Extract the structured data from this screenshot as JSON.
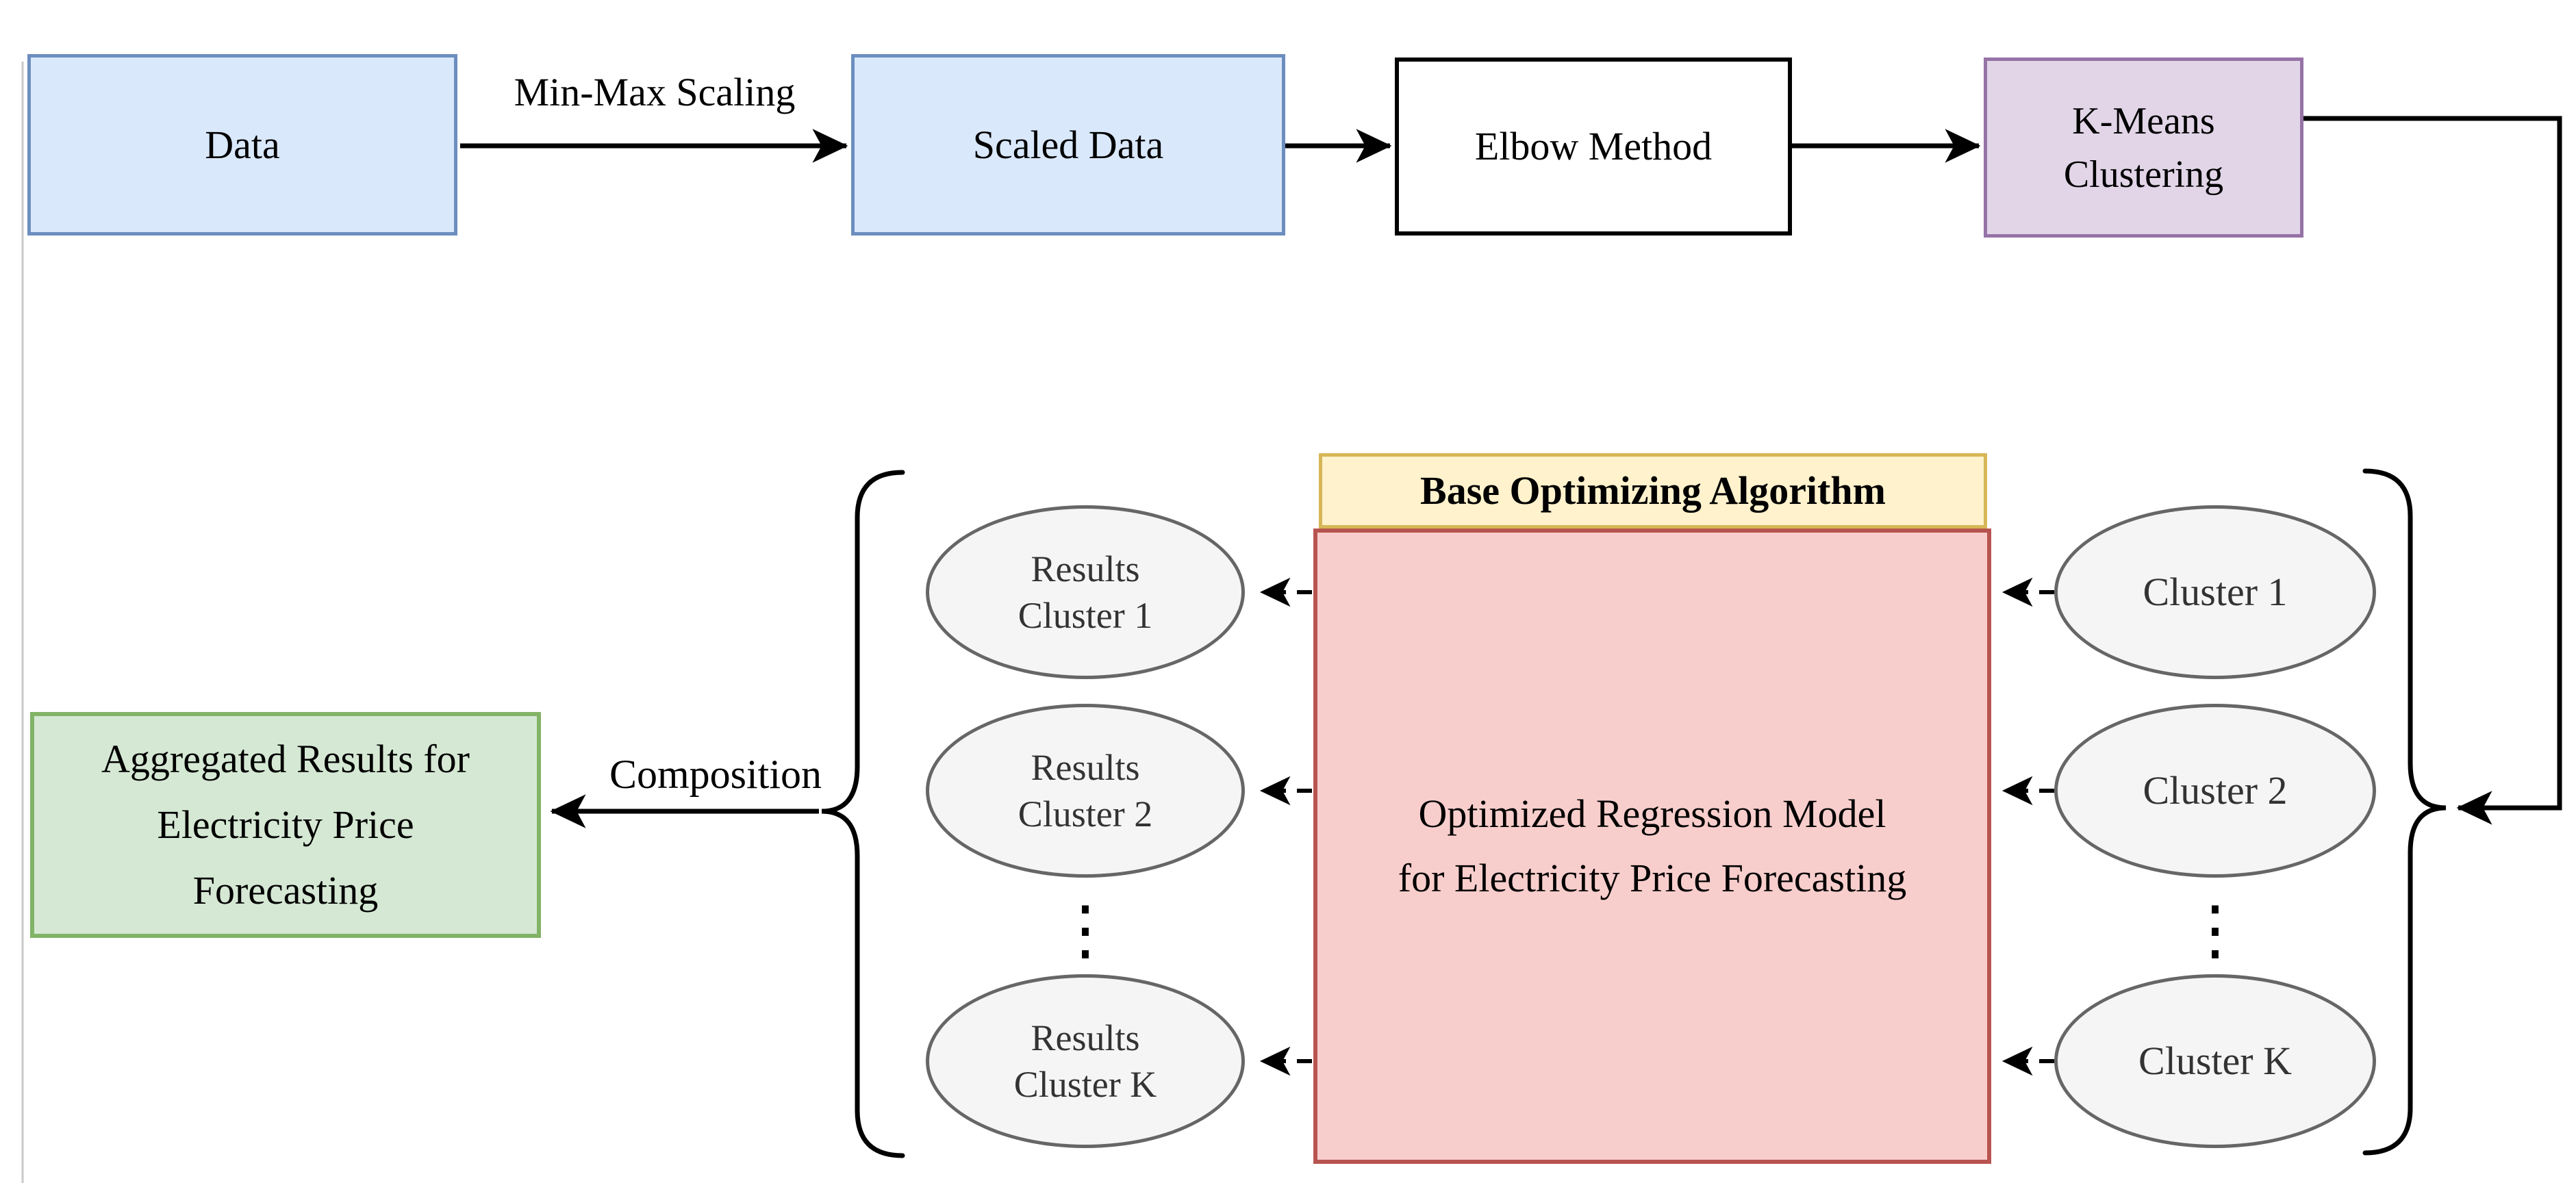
{
  "diagram": {
    "nodes": {
      "data": "Data",
      "scaled_data": "Scaled Data",
      "elbow_method": "Elbow Method",
      "kmeans": {
        "line1": "K-Means",
        "line2": "Clustering"
      },
      "base_header": "Base Optimizing Algorithm",
      "model": {
        "line1": "Optimized Regression Model",
        "line2": "for Electricity Price Forecasting"
      },
      "aggregated": {
        "line1": "Aggregated Results for",
        "line2": "Electricity Price",
        "line3": "Forecasting"
      }
    },
    "edge_labels": {
      "minmax": "Min-Max Scaling",
      "composition": "Composition"
    },
    "results_column": {
      "items": [
        {
          "line1": "Results",
          "line2": "Cluster 1"
        },
        {
          "line1": "Results",
          "line2": "Cluster 2"
        },
        {
          "line1": "Results",
          "line2": "Cluster K"
        }
      ],
      "dots": "⋮"
    },
    "clusters_column": {
      "items": [
        {
          "label": "Cluster 1"
        },
        {
          "label": "Cluster 2"
        },
        {
          "label": "Cluster K"
        }
      ],
      "dots": "⋮"
    }
  },
  "colors": {
    "blue_fill": "#DAE8FC",
    "blue_border": "#6C8EBF",
    "purple_fill": "#E1D5E7",
    "purple_border": "#9673A6",
    "yellow_fill": "#FFF2CC",
    "yellow_border": "#D6B656",
    "red_fill": "#F8CECC",
    "red_border": "#B85450",
    "green_fill": "#D5E8D4",
    "green_border": "#82B366",
    "ellipse_fill": "#F5F5F5",
    "ellipse_border": "#666666",
    "arrow": "#000000",
    "margin_line": "#C9C9C9"
  }
}
